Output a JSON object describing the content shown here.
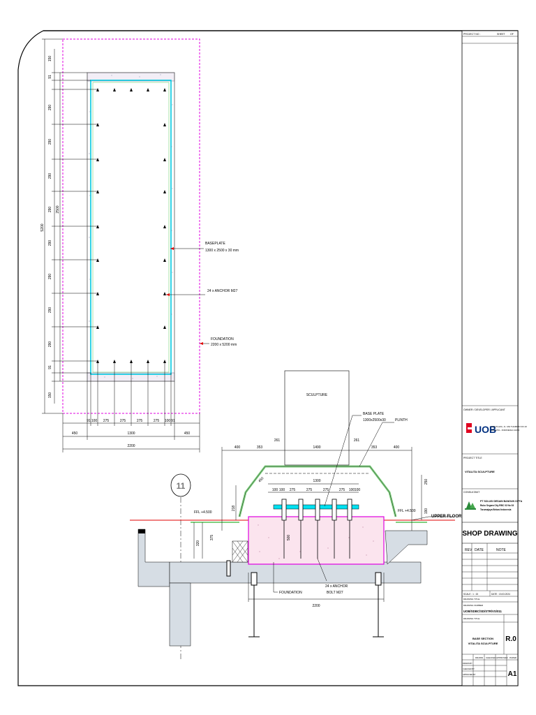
{
  "plan": {
    "dims_left": [
      "150",
      "91",
      "290",
      "290",
      "290",
      "290",
      "290",
      "290",
      "290",
      "290",
      "91",
      "150"
    ],
    "dims_total_outer": "5200",
    "dims_total_inner": "2500",
    "dims_bottom_row": [
      "91",
      "100",
      "275",
      "275",
      "275",
      "275",
      "100",
      "91"
    ],
    "dim_left_pad": "450",
    "dim_plate_width": "1300",
    "dim_right_pad": "450",
    "dim_total_width": "2200",
    "callout_baseplate": "BASEPLATE",
    "callout_baseplate_size": "1300 x 2500 x 30 mm",
    "callout_anchor": "24 x ANCHOR M27",
    "callout_foundation": "FOUNDATION",
    "callout_foundation_size": "2200 x 5200 mm"
  },
  "section": {
    "sculpture_label": "SCULPTURE",
    "base_plate_label": "BASE PLATE",
    "base_plate_size": "1300x2500x30",
    "plinth_label": "PLINTH",
    "dims_top": [
      "400",
      "353",
      "261",
      "1490",
      "261",
      "353",
      "400"
    ],
    "dims_plate": [
      "100",
      "100",
      "275",
      "275",
      "275",
      "275",
      "100",
      "100"
    ],
    "dim_plate_total": "1300",
    "dim_450": "450",
    "dim_250": "250",
    "dim_190": "190",
    "dim_218": "218",
    "dim_320": "320",
    "dim_375": "375",
    "dim_500": "500",
    "dim_total": "2200",
    "ffl_left": "FFL +4.500",
    "ffl_right": "FFL +4.500",
    "upper_floor": "UPPER FLOOR",
    "grid_bubble": "11",
    "foundation_label": "FOUNDATION",
    "anchor_label_1": "24 x ANCHOR",
    "anchor_label_2": "BOLT M27"
  },
  "title_block": {
    "project_no": "PROJECT NO :",
    "sheet": "SHEET",
    "of": "OF",
    "owner_label": "OWNER / DEVELOPER / APPLICANT",
    "client_logo": "UOB",
    "client_address_1": "UOB PLAZA, JL. MH THAMRIN NO.10",
    "client_address_2": "JAKARTA - INDONESIA 10230",
    "project_title_label": "PROJECT TITLE",
    "project_title": "VITALITA SCULPTURE",
    "consultant_label": "CONSULTANT",
    "contractor_name": "PT SOLUSI DESAIN BANGUN CIPTA",
    "contractor_addr_1": "Ruko Segara City RBC 02 No 03",
    "contractor_addr_2": "Tarumajaya Bekasi Indonesia",
    "shop_drawing": "SHOP DRAWING",
    "rev_header": "REV",
    "date_header": "DATE",
    "note_header": "NOTE",
    "scale": "SCALE : 1 : 15",
    "date": "DATE : 15.03.2024",
    "drawing_title_label": "DRAWING TITLE",
    "drawing_number_label": "DRAWING NUMBER",
    "drawing_number": "UOB/SDBC/SD/STR/VS/011",
    "drawing_title_1": "BASE SECTION",
    "drawing_title_2": "VITALITA SCULPTURE",
    "revision": "R.0",
    "drawn": "DRAWN",
    "checked": "CHECKED",
    "approved": "APPROVED",
    "paper_label": "PAPER",
    "paper_size": "A1",
    "drawn_by": "DRAWN BY",
    "checked_by": "CHECKED BY",
    "approved_by": "APPROVED BY"
  }
}
